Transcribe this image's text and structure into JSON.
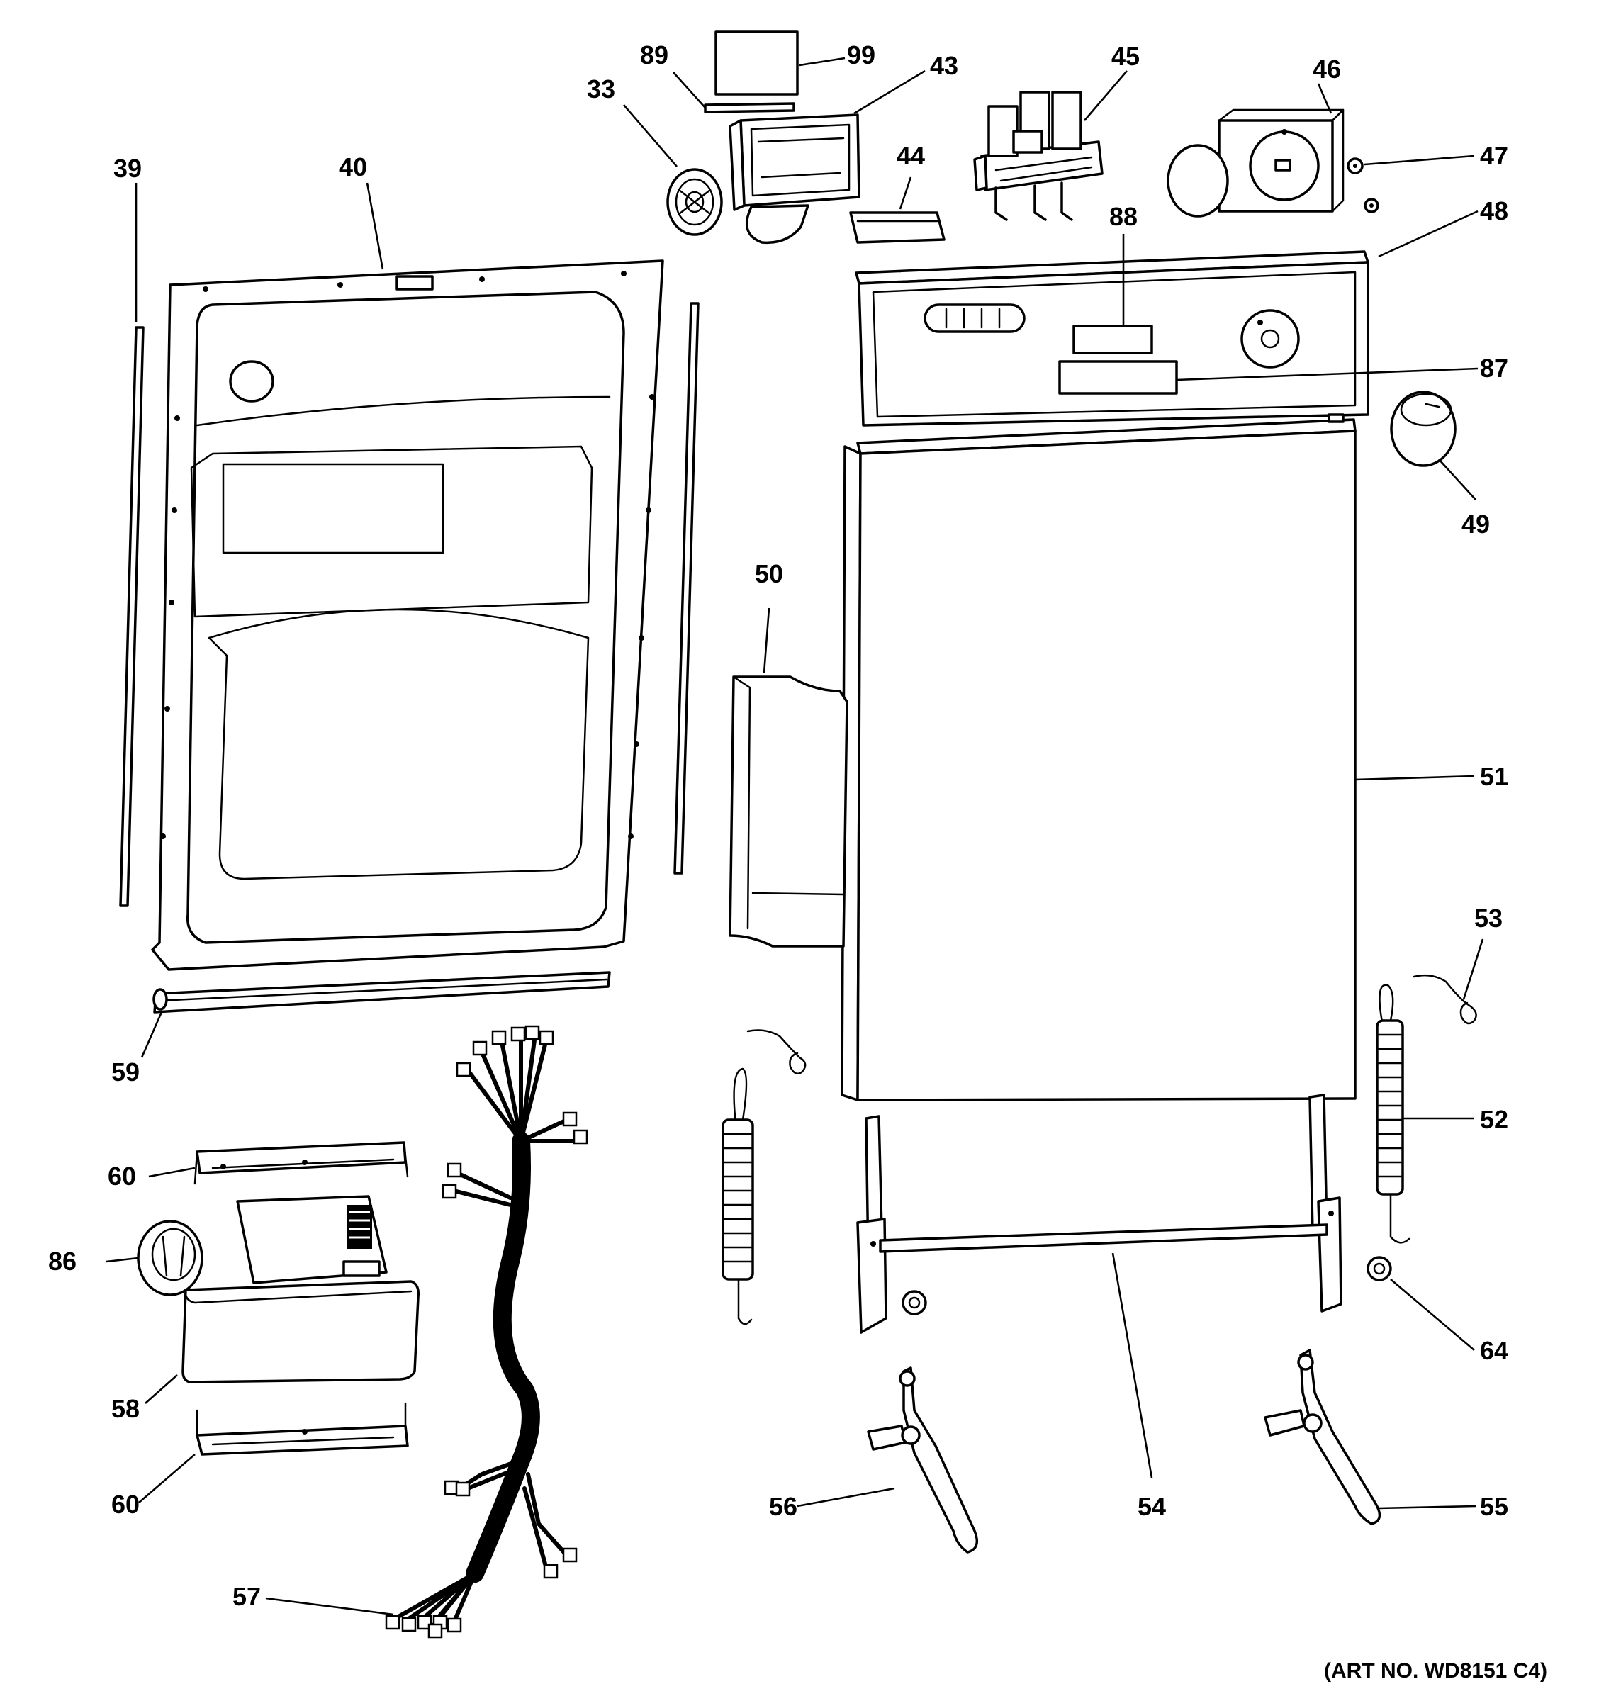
{
  "diagram": {
    "art_number": "(ART NO. WD8151 C4)",
    "callouts": [
      "33",
      "39",
      "40",
      "43",
      "44",
      "45",
      "46",
      "47",
      "48",
      "49",
      "50",
      "51",
      "52",
      "53",
      "54",
      "55",
      "56",
      "57",
      "58",
      "59",
      "60",
      "60",
      "64",
      "86",
      "87",
      "88",
      "89",
      "99"
    ]
  }
}
